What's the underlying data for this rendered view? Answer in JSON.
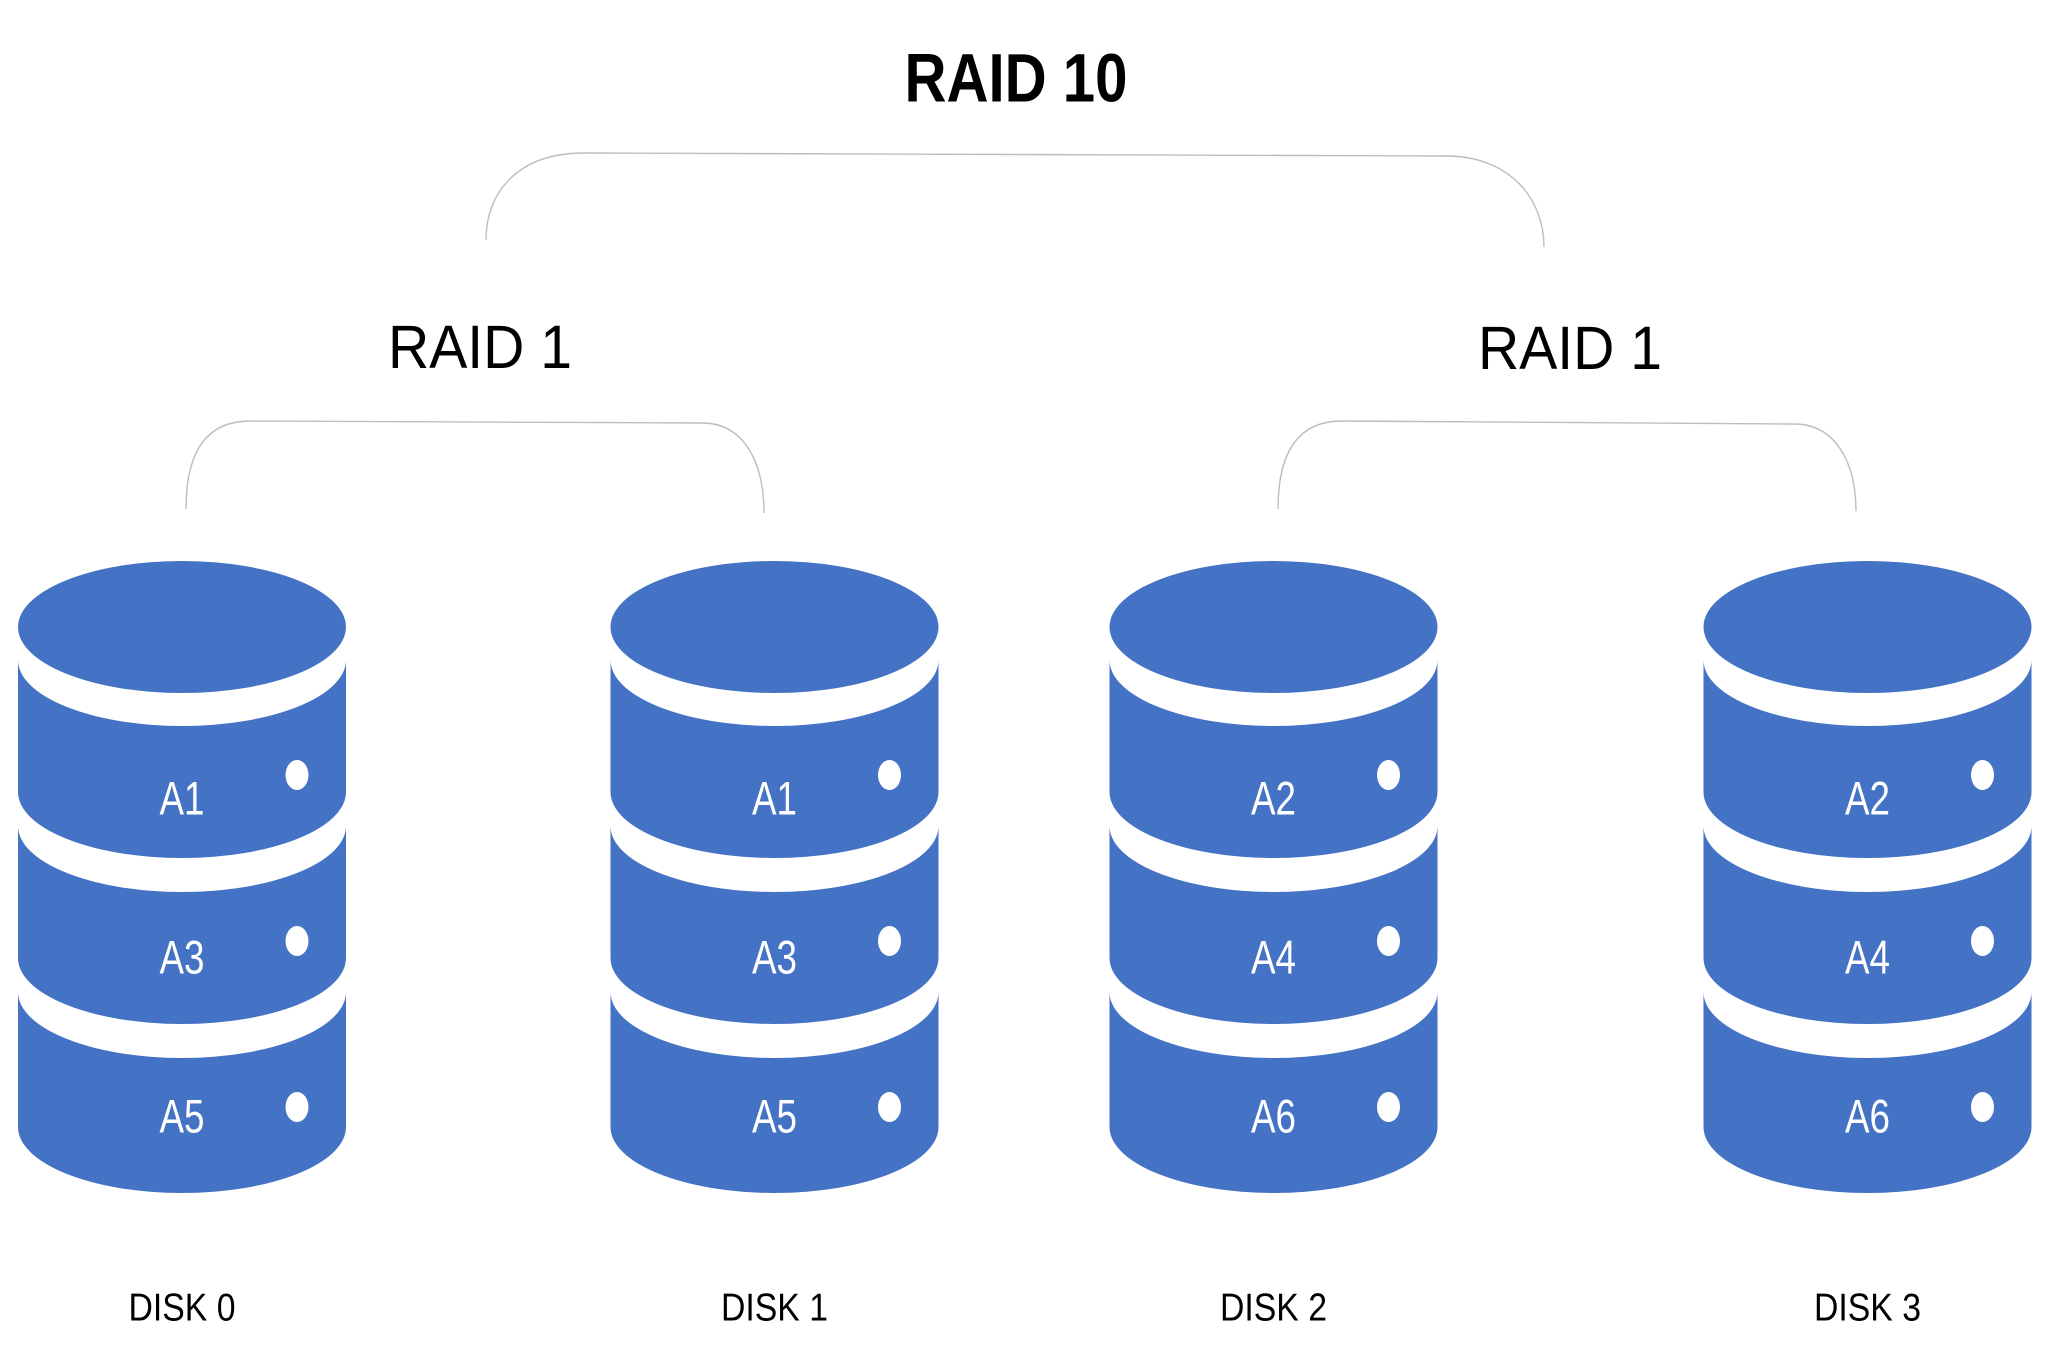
{
  "title": "RAID 10",
  "colors": {
    "disk_fill": "#4472C4",
    "connector_stroke": "#BDBDBD",
    "text": "#000000",
    "block_label": "#FFFFFF",
    "background": "#FFFFFF"
  },
  "groups": [
    {
      "label": "RAID 1",
      "disks": [
        {
          "name": "DISK 0",
          "blocks": [
            "A1",
            "A3",
            "A5"
          ]
        },
        {
          "name": "DISK 1",
          "blocks": [
            "A1",
            "A3",
            "A5"
          ]
        }
      ]
    },
    {
      "label": "RAID 1",
      "disks": [
        {
          "name": "DISK 2",
          "blocks": [
            "A2",
            "A4",
            "A6"
          ]
        },
        {
          "name": "DISK 3",
          "blocks": [
            "A2",
            "A4",
            "A6"
          ]
        }
      ]
    }
  ]
}
